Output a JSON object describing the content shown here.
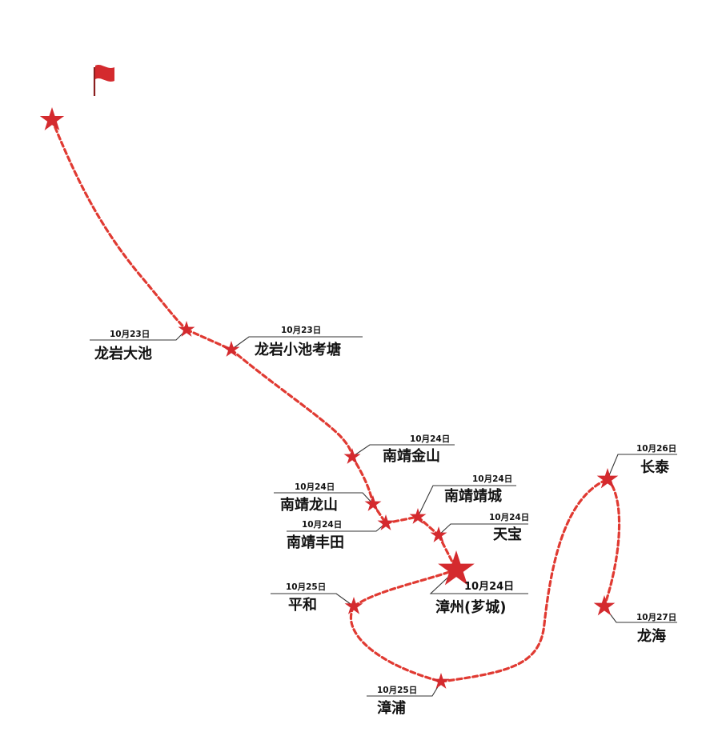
{
  "colors": {
    "route": "#e03a32",
    "star": "#d42a2e",
    "flag": "#d42a2e",
    "text": "#111111"
  },
  "start_flag": {
    "icon": "red-flag-icon"
  },
  "places": [
    {
      "id": "longyan-dachi",
      "date": "10月23日",
      "name": "龙岩大池"
    },
    {
      "id": "longyan-xiaochi-kaotang",
      "date": "10月23日",
      "name": "龙岩小池考塘"
    },
    {
      "id": "nanjing-jinshan",
      "date": "10月24日",
      "name": "南靖金山"
    },
    {
      "id": "nanjing-longshan",
      "date": "10月24日",
      "name": "南靖龙山"
    },
    {
      "id": "nanjing-jingcheng",
      "date": "10月24日",
      "name": "南靖靖城"
    },
    {
      "id": "nanjing-fengtian",
      "date": "10月24日",
      "name": "南靖丰田"
    },
    {
      "id": "tianbao",
      "date": "10月24日",
      "name": "天宝"
    },
    {
      "id": "zhangzhou",
      "date": "10月24日",
      "name": "漳州(芗城)"
    },
    {
      "id": "pinghe",
      "date": "10月25日",
      "name": "平和"
    },
    {
      "id": "zhangpu",
      "date": "10月25日",
      "name": "漳浦"
    },
    {
      "id": "changtai",
      "date": "10月26日",
      "name": "长泰"
    },
    {
      "id": "longhai",
      "date": "10月27日",
      "name": "龙海"
    }
  ]
}
